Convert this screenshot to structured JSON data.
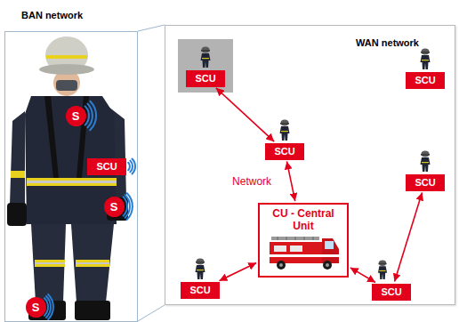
{
  "diagram": {
    "nodes": [
      {
        "text": [
          "BAN network"
        ]
      },
      {
        "text": [
          "S"
        ],
        "in": 0
      },
      {
        "text": [
          "SCU"
        ],
        "in": 0
      },
      {
        "text": [
          "S"
        ],
        "in": 0
      },
      {
        "text": [
          "S"
        ],
        "in": 0
      },
      {
        "text": [
          "WAN network"
        ]
      },
      {
        "text": [
          "SCU"
        ],
        "in": 5
      },
      {
        "text": [
          "SCU"
        ],
        "in": 5
      },
      {
        "text": [
          "SCU"
        ],
        "in": 5
      },
      {
        "text": [
          "CU - Central Unit"
        ],
        "in": 5
      },
      {
        "text": [
          "SCU"
        ],
        "in": 5
      },
      {
        "text": [
          "SCU"
        ],
        "in": 5
      },
      {
        "text": [
          "SCU"
        ],
        "in": 5
      }
    ],
    "edges": [
      {
        "from": 6,
        "to": 8,
        "arrow": "both"
      },
      {
        "from": 8,
        "to": 9,
        "label": "Network",
        "arrow": "both"
      },
      {
        "from": 9,
        "to": 11,
        "arrow": "both"
      },
      {
        "from": 9,
        "to": 12,
        "arrow": "both"
      },
      {
        "from": 12,
        "to": 10,
        "arrow": "both"
      }
    ]
  }
}
